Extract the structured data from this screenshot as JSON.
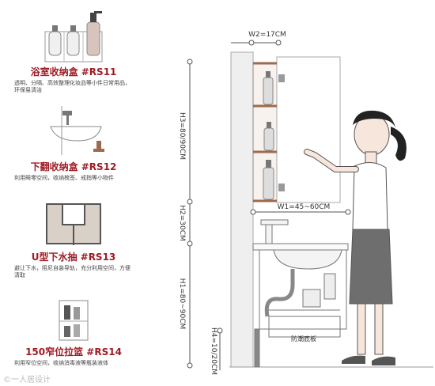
{
  "items": [
    {
      "title": "浴室收纳盒 #RS11",
      "desc": "透明、分隔、高效整理化妆品等小件日常用品，环保易清洁",
      "icon": "bottles-icon"
    },
    {
      "title": "下翻收纳盒 #RS12",
      "desc": "利用畸零空间，收纳梳签、戒指等小物件",
      "icon": "faucet-basin-icon"
    },
    {
      "title": "U型下水抽 #RS13",
      "desc": "避让下水，阻尼自装导轨，充分利用空间，方便清取",
      "icon": "u-drawer-icon"
    },
    {
      "title": "150窄位拉篮 #RS14",
      "desc": "利用窄位空间，收纳消毒液等瓶装液体",
      "icon": "pullout-basket-icon"
    }
  ],
  "dimensions": {
    "w2": "W2=17CM",
    "h3": "H3=80/90CM",
    "w1": "W1=45~60CM",
    "h2": "H2=30CM",
    "h1": "H1=80~90CM",
    "h4": "H4=10/20CM"
  },
  "labels": {
    "moisture_board": "防潮底板"
  },
  "watermark": "©一人居设计"
}
